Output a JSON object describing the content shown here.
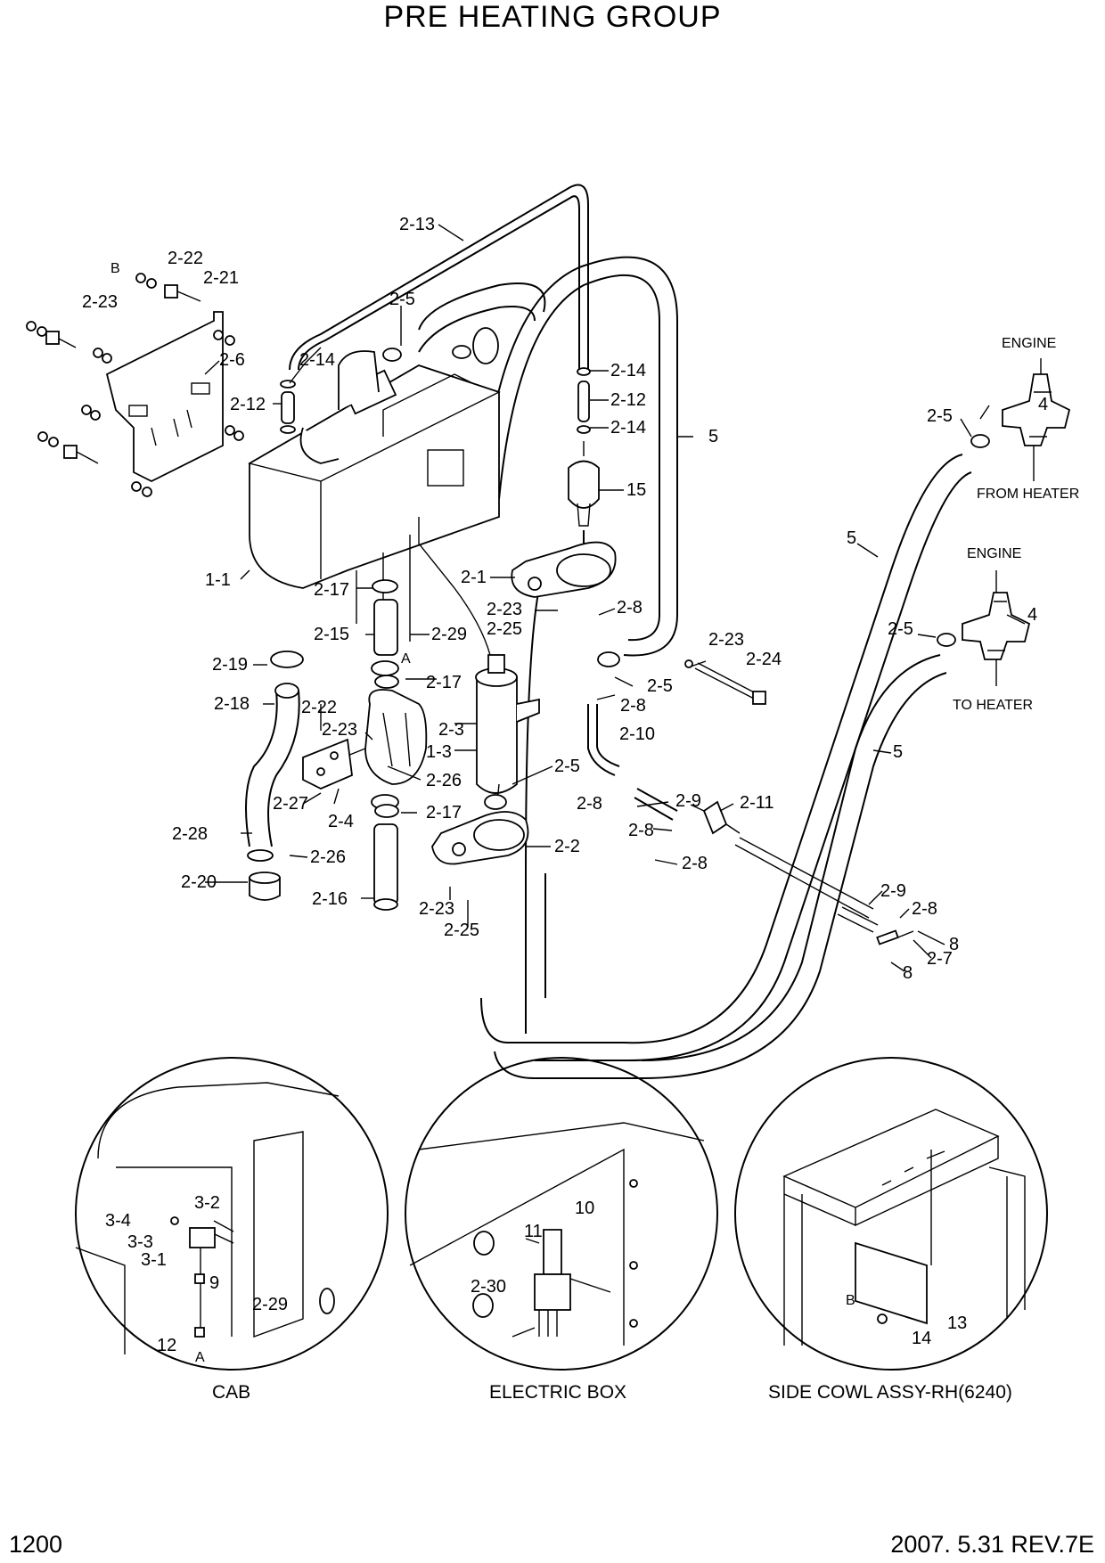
{
  "title": "PRE HEATING GROUP",
  "page_number": "1200",
  "revision": "2007. 5.31  REV.7E",
  "views": {
    "cab": "CAB",
    "electric_box": "ELECTRIC BOX",
    "side_cowl": "SIDE COWL ASSY-RH(6240)"
  },
  "connections": {
    "engine_top": "ENGINE",
    "from_heater": "FROM HEATER",
    "engine_bottom": "ENGINE",
    "to_heater": "TO HEATER"
  },
  "callouts": {
    "c2_13": "2-13",
    "c2_22a": "2-22",
    "cB1": "B",
    "c2_21": "2-21",
    "c2_23a": "2-23",
    "c2_5a": "2-5",
    "c2_6": "2-6",
    "c2_14a": "2-14",
    "c2_12a": "2-12",
    "c2_14b": "2-14",
    "c2_12b": "2-12",
    "c2_14c": "2-14",
    "c5a": "5",
    "c15": "15",
    "c2_5b": "2-5",
    "c4a": "4",
    "c1_1": "1-1",
    "c2_17a": "2-17",
    "c2_1": "2-1",
    "c2_23b": "2-23",
    "c2_8a": "2-8",
    "c2_25a": "2-25",
    "c2_15": "2-15",
    "c2_29a": "2-29",
    "cA1": "A",
    "c2_23c": "2-23",
    "c2_24": "2-24",
    "c5b": "5",
    "c2_5c": "2-5",
    "c4b": "4",
    "c2_19": "2-19",
    "c2_17b": "2-17",
    "c2_5d": "2-5",
    "c2_8b": "2-8",
    "c2_18": "2-18",
    "c2_22b": "2-22",
    "c2_23d": "2-23",
    "c2_3": "2-3",
    "c1_3": "1-3",
    "c2_10": "2-10",
    "c5c": "5",
    "c2_26a": "2-26",
    "c2_5e": "2-5",
    "c2_9a": "2-9",
    "c2_27": "2-27",
    "c2_8c": "2-8",
    "c2_4": "2-4",
    "c2_17c": "2-17",
    "c2_11": "2-11",
    "c2_8d": "2-8",
    "c2_28": "2-28",
    "c2_2": "2-2",
    "c2_26b": "2-26",
    "c2_8e": "2-8",
    "c2_20": "2-20",
    "c2_16": "2-16",
    "c2_9b": "2-9",
    "c2_8f": "2-8",
    "c2_23e": "2-23",
    "c8a": "8",
    "c2_25b": "2-25",
    "c8b": "8",
    "c2_7": "2-7",
    "c3_4": "3-4",
    "c3_2": "3-2",
    "c3_3": "3-3",
    "c3_1": "3-1",
    "c9": "9",
    "c2_29b": "2-29",
    "c12": "12",
    "cA2": "A",
    "c10": "10",
    "c11": "11",
    "c2_30": "2-30",
    "cB2": "B",
    "c13": "13",
    "c14": "14"
  }
}
